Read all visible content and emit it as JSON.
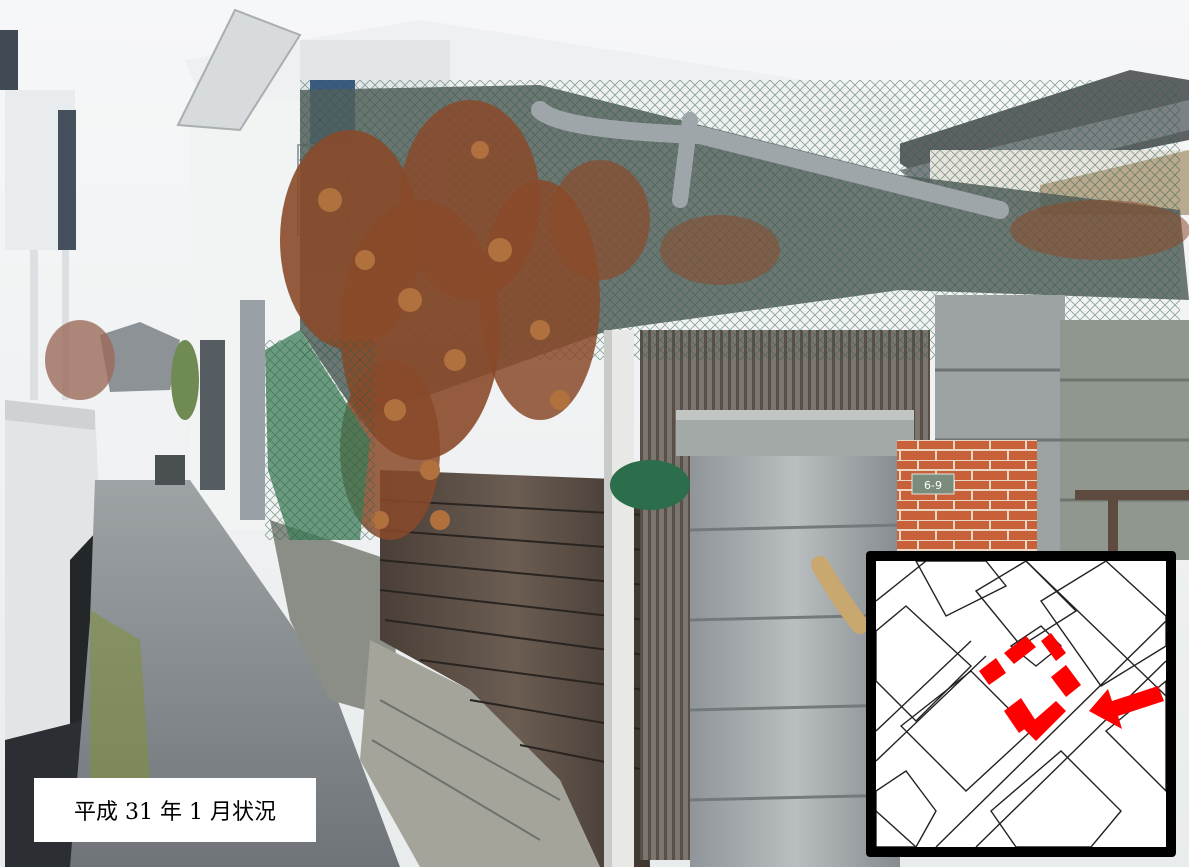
{
  "photo": {
    "caption": "平成 31 年 1 月状況",
    "address_plate": "6-9"
  },
  "inset_map": {
    "highlight_color": "#ff0000",
    "arrow_direction": "pointing-left-toward-highlighted-building"
  },
  "colors": {
    "sky": "#f3f4f5",
    "vine_brown": "#8a4a2a",
    "net_green": "#2f6e4a",
    "brick": "#c45a32",
    "stone": "#9aa0a3"
  }
}
